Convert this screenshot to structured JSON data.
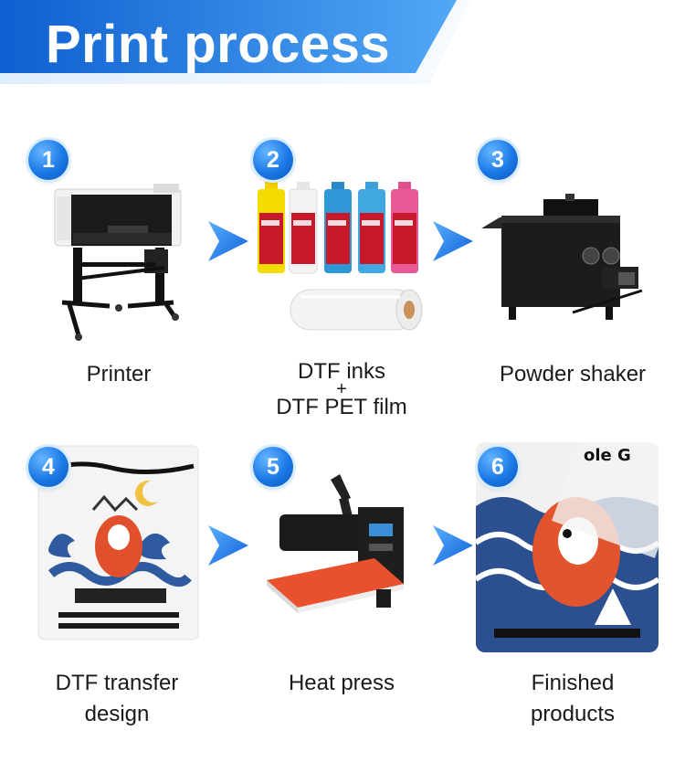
{
  "header": {
    "title": "Print process"
  },
  "steps": [
    {
      "number": "1",
      "label_lines": [
        "Printer"
      ]
    },
    {
      "number": "2",
      "label_lines": [
        "DTF inks",
        "+",
        "DTF PET film"
      ]
    },
    {
      "number": "3",
      "label_lines": [
        "Powder shaker"
      ]
    },
    {
      "number": "4",
      "label_lines": [
        "DTF transfer",
        "design"
      ]
    },
    {
      "number": "5",
      "label_lines": [
        "Heat press"
      ]
    },
    {
      "number": "6",
      "label_lines": [
        "Finished",
        "products"
      ]
    }
  ],
  "colors": {
    "accent_blue": "#1a78e6",
    "banner_light": "#e8f2fc",
    "ink_red": "#c8192b"
  }
}
